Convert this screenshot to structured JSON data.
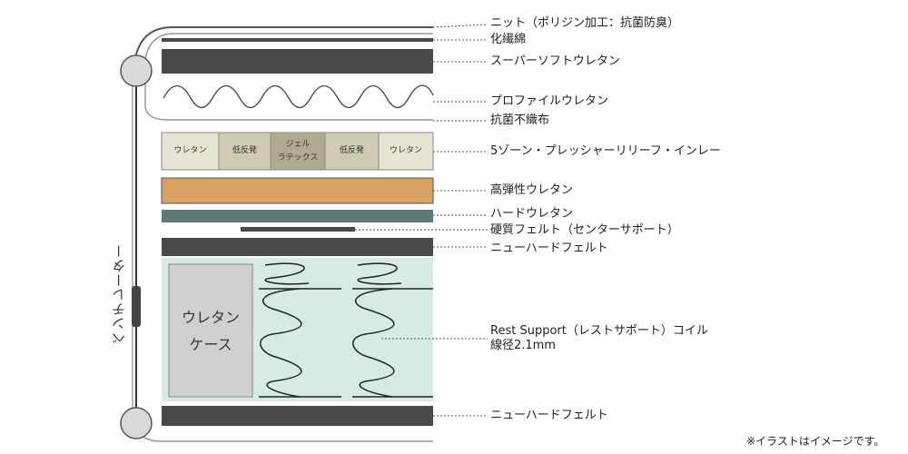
{
  "labels": {
    "knit": "ニット（ポリジン加工：抗菌防臭）",
    "synthetic_cotton": "化繊綿",
    "super_soft": "スーパーソフトウレタン",
    "profile": "プロファイルウレタン",
    "antibacterial_nonwoven": "抗菌不織布",
    "five_zone": "5ゾーン・プレッシャーリリーフ・インレー",
    "high_resilience": "高弾性ウレタン",
    "hard_urethane": "ハードウレタン",
    "hard_felt": "硬質フェルト（センターサポート）",
    "new_hard_felt_top": "ニューハードフェルト",
    "coil_line1": "Rest Support（レストサポート）コイル",
    "coil_line2": "線径2.1mm",
    "new_hard_felt_bottom": "ニューハードフェルト"
  },
  "zones": {
    "z1": "ウレタン",
    "z2": "低反発",
    "z3a": "ジェル",
    "z3b": "ラテックス",
    "z4": "低反発",
    "z5": "ウレタン"
  },
  "case": {
    "line1": "ウレタン",
    "line2": "ケース"
  },
  "ventilator": "ベンチレーター",
  "note": "※イラストはイメージです。",
  "colors": {
    "dark_layer": "#4a4a4a",
    "zone_light": "#e8e4d2",
    "zone_mid": "#cfcab2",
    "zone_center": "#b0ab90",
    "orange_layer": "#d8a263",
    "teal_layer": "#5d7a78",
    "coil_bg": "#d6ebe2",
    "case_bg": "#d0d0d0"
  }
}
